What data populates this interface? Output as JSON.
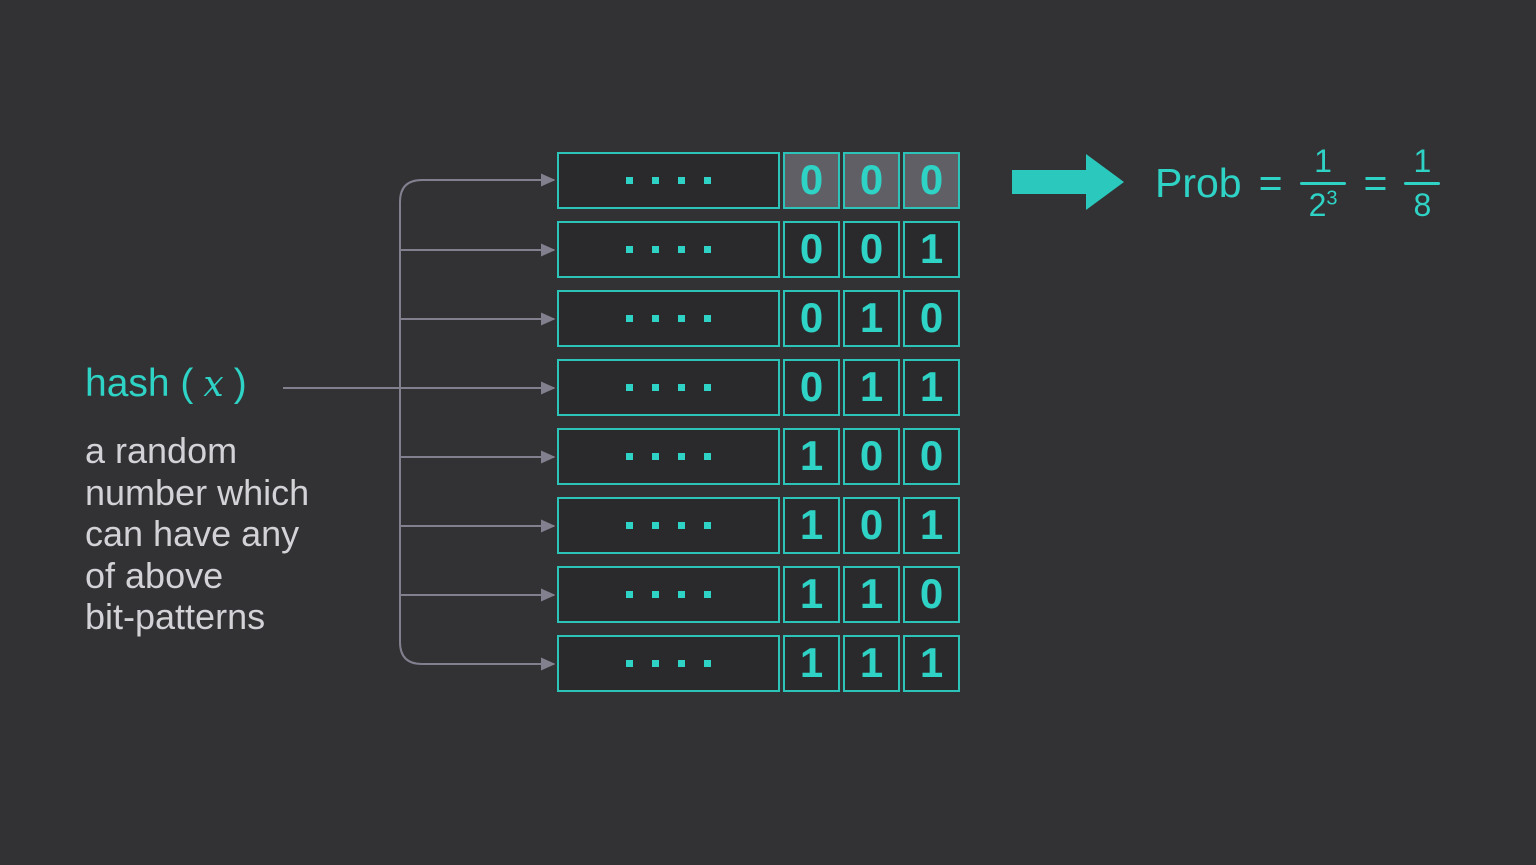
{
  "colors": {
    "background": "#323134",
    "box_fill": "#2a292c",
    "teal_text": "#2ed3c5",
    "teal_border": "#2cc4b8",
    "highlight_cell": "#615f66",
    "connector_gray": "#82808f",
    "body_text": "#d3d2d6"
  },
  "hash_label": {
    "prefix": "hash (",
    "variable": "x",
    "suffix": ")"
  },
  "description": {
    "lines": [
      "a random",
      "number which",
      "can have any",
      "of above",
      "bit-patterns"
    ]
  },
  "bit_table": {
    "ellipsis_dots": 4,
    "rows": [
      {
        "bits": [
          "0",
          "0",
          "0"
        ],
        "highlighted": true
      },
      {
        "bits": [
          "0",
          "0",
          "1"
        ],
        "highlighted": false
      },
      {
        "bits": [
          "0",
          "1",
          "0"
        ],
        "highlighted": false
      },
      {
        "bits": [
          "0",
          "1",
          "1"
        ],
        "highlighted": false
      },
      {
        "bits": [
          "1",
          "0",
          "0"
        ],
        "highlighted": false
      },
      {
        "bits": [
          "1",
          "0",
          "1"
        ],
        "highlighted": false
      },
      {
        "bits": [
          "1",
          "1",
          "0"
        ],
        "highlighted": false
      },
      {
        "bits": [
          "1",
          "1",
          "1"
        ],
        "highlighted": false
      }
    ]
  },
  "formula": {
    "prob_label": "Prob",
    "equals_1": "=",
    "fraction_1": {
      "numerator": "1",
      "denominator_base": "2",
      "denominator_exponent": "3"
    },
    "equals_2": "=",
    "fraction_2": {
      "numerator": "1",
      "denominator": "8"
    }
  }
}
